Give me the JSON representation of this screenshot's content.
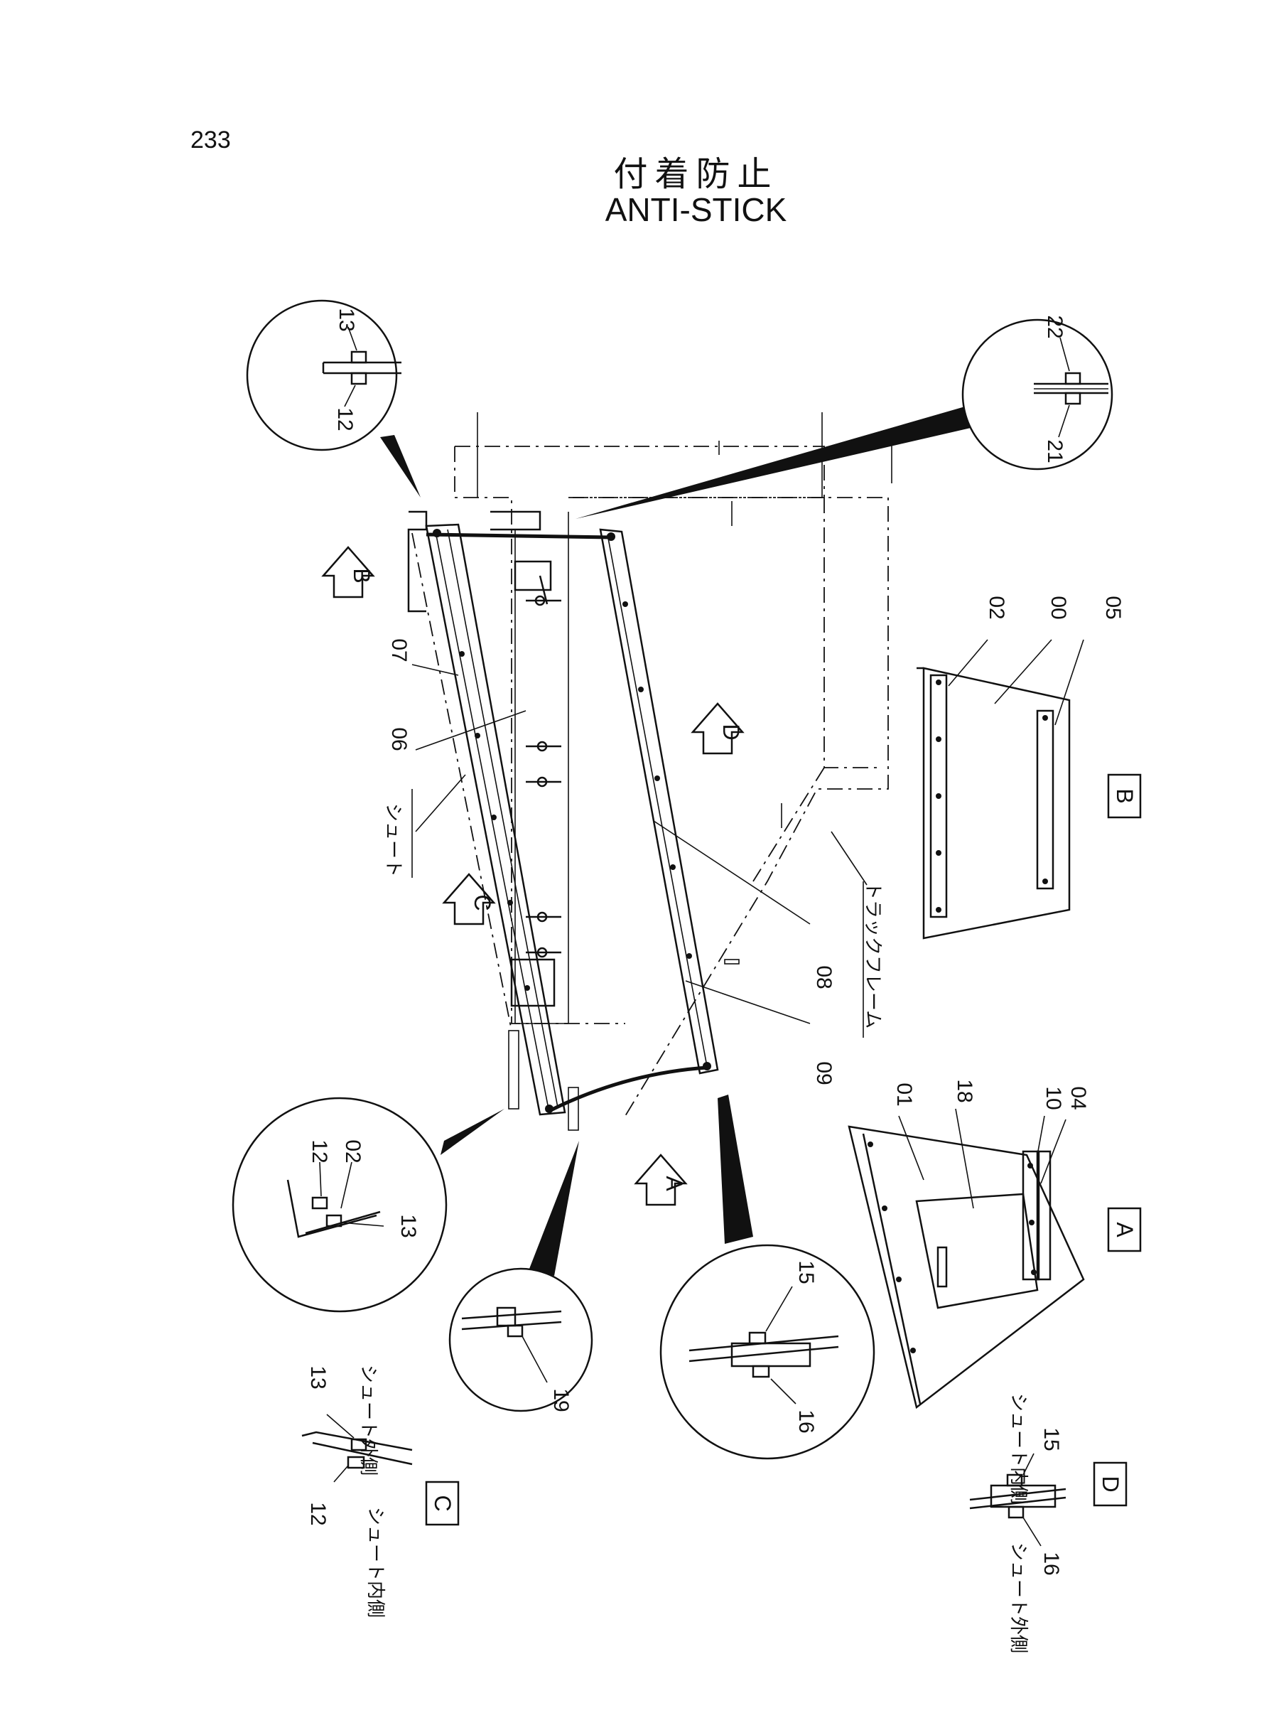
{
  "page_number": "233",
  "title_jp": "付着防止",
  "title_en": "ANTI-STICK",
  "part_numbers": {
    "p00": "00",
    "p01": "01",
    "p02": "02",
    "p04": "04",
    "p05": "05",
    "p06": "06",
    "p07": "07",
    "p08": "08",
    "p09": "09",
    "p10": "10",
    "p12": "12",
    "p13": "13",
    "p15": "15",
    "p16": "16",
    "p18": "18",
    "p19": "19",
    "p21": "21",
    "p22": "22"
  },
  "views": {
    "a": "A",
    "b": "B",
    "c": "C",
    "d": "D"
  },
  "notes": {
    "chute": "シュート",
    "track_frame": "トラックフレーム",
    "chute_outer": "シュート外側",
    "chute_inner": "シュート内側"
  }
}
